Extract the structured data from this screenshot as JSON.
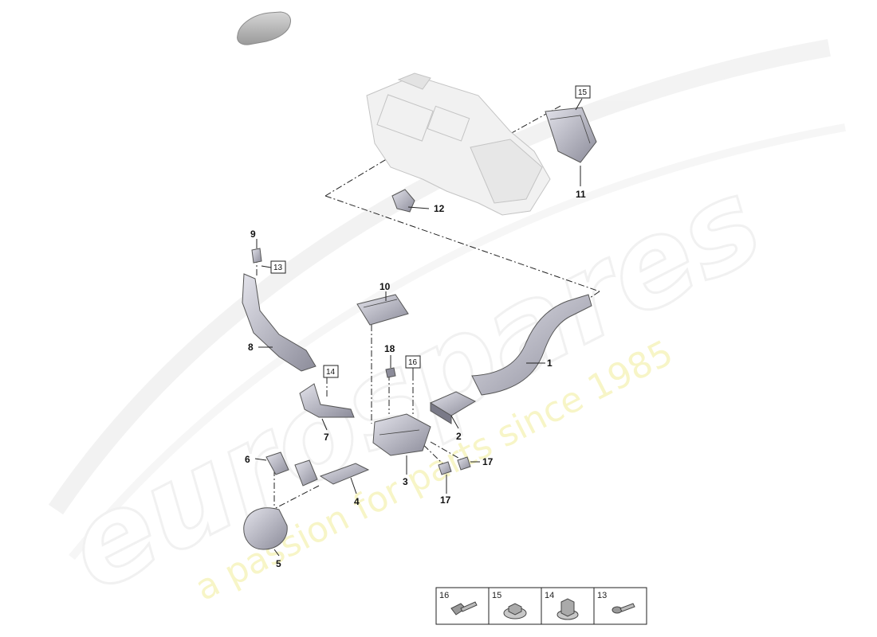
{
  "watermark": {
    "brand": "eurospares",
    "tagline": "a passion for parts since 1985"
  },
  "callouts": {
    "c1": "1",
    "c2": "2",
    "c3": "3",
    "c4": "4",
    "c5": "5",
    "c6": "6",
    "c7": "7",
    "c8": "8",
    "c9": "9",
    "c10": "10",
    "c11": "11",
    "c12": "12",
    "c17a": "17",
    "c17b": "17",
    "c18": "18"
  },
  "boxed_refs": {
    "b13": "13",
    "b14": "14",
    "b15": "15",
    "b16": "16"
  },
  "legend": {
    "items": [
      {
        "number": "16",
        "part": "bolt"
      },
      {
        "number": "15",
        "part": "flange-nut"
      },
      {
        "number": "14",
        "part": "hex-nut"
      },
      {
        "number": "13",
        "part": "screw"
      }
    ]
  },
  "icons": {
    "vehicle": "car-silhouette-icon"
  }
}
